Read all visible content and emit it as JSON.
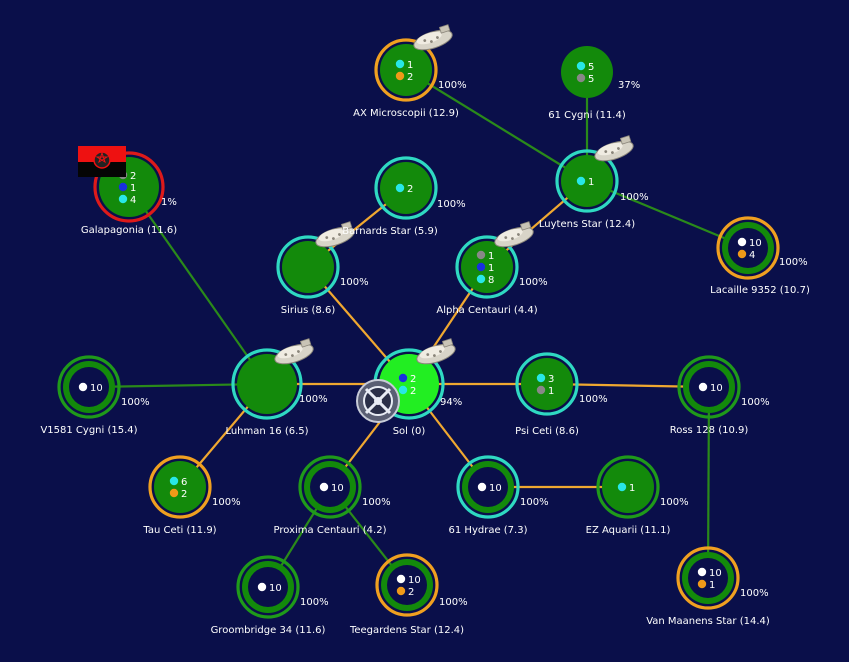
{
  "colors": {
    "background": "#0a0f4a",
    "lane_yellow": "#f0a830",
    "lane_green": "#2a8a1a",
    "planet_green": "#138a0b",
    "planet_bright": "#22ee22",
    "ring_cyan": "#2fd9c2",
    "ring_green": "#1f9a1a",
    "ring_orange": "#f0a020",
    "ring_red": "#dd1a1a",
    "dot_white": "#ffffff",
    "dot_cyan": "#28e7e7",
    "dot_orange": "#f09a18",
    "dot_gray": "#888888",
    "dot_blue": "#1830e0"
  },
  "systems": {
    "sol": {
      "label": "Sol  (0)",
      "percent": "94%",
      "counts": [
        "2",
        "2"
      ],
      "dots": [
        "blue",
        "cyan"
      ],
      "ring": "cyan",
      "fill": "bright",
      "ship": true,
      "station_icon": "space-station-icon"
    },
    "alpha_centauri": {
      "label": "Alpha Centauri  (4.4)",
      "percent": "100%",
      "counts": [
        "1",
        "1",
        "8"
      ],
      "dots": [
        "gray",
        "blue",
        "cyan"
      ],
      "ring": "cyan",
      "fill": "green",
      "ship": true
    },
    "sirius": {
      "label": "Sirius  (8.6)",
      "percent": "100%",
      "counts": [],
      "dots": [],
      "ring": "cyan",
      "fill": "green",
      "ship": true
    },
    "barnards_star": {
      "label": "Barnards Star  (5.9)",
      "percent": "100%",
      "counts": [
        "2"
      ],
      "dots": [
        "cyan"
      ],
      "ring": "cyan",
      "fill": "green",
      "ship": false
    },
    "luhman_16": {
      "label": "Luhman 16  (6.5)",
      "percent": "100%",
      "counts": [],
      "dots": [],
      "ring": "cyan",
      "fill": "green",
      "ship": true
    },
    "psi_ceti": {
      "label": "Psi Ceti  (8.6)",
      "percent": "100%",
      "counts": [
        "3",
        "1"
      ],
      "dots": [
        "cyan",
        "gray"
      ],
      "ring": "cyan",
      "fill": "green",
      "ship": false
    },
    "ross_128": {
      "label": "Ross 128  (10.9)",
      "percent": "100%",
      "counts": [
        "10"
      ],
      "dots": [
        "white"
      ],
      "ring": "green",
      "fill": "dark",
      "ship": false
    },
    "hydrae_61": {
      "label": "61 Hydrae  (7.3)",
      "percent": "100%",
      "counts": [
        "10"
      ],
      "dots": [
        "white"
      ],
      "ring": "cyan",
      "fill": "dark",
      "ship": false
    },
    "ez_aquarii": {
      "label": "EZ Aquarii  (11.1)",
      "percent": "100%",
      "counts": [
        "1"
      ],
      "dots": [
        "cyan"
      ],
      "ring": "green",
      "fill": "green",
      "ship": false
    },
    "proxima_centauri": {
      "label": "Proxima Centauri  (4.2)",
      "percent": "100%",
      "counts": [
        "10"
      ],
      "dots": [
        "white"
      ],
      "ring": "green",
      "fill": "dark",
      "ship": false
    },
    "tau_ceti": {
      "label": "Tau Ceti  (11.9)",
      "percent": "100%",
      "counts": [
        "6",
        "2"
      ],
      "dots": [
        "cyan",
        "orange"
      ],
      "ring": "orange",
      "fill": "green",
      "ship": false
    },
    "v1581_cygni": {
      "label": "V1581 Cygni  (15.4)",
      "percent": "100%",
      "counts": [
        "10"
      ],
      "dots": [
        "white"
      ],
      "ring": "green",
      "fill": "dark",
      "ship": false
    },
    "galapagonia": {
      "label": "Galapagonia  (11.6)",
      "percent": "1%",
      "counts": [
        "2",
        "1",
        "4"
      ],
      "dots": [
        "gray",
        "blue",
        "cyan"
      ],
      "ring": "red",
      "fill": "green",
      "ship": false,
      "flag": true
    },
    "groombridge_34": {
      "label": "Groombridge 34  (11.6)",
      "percent": "100%",
      "counts": [
        "10"
      ],
      "dots": [
        "white"
      ],
      "ring": "green",
      "fill": "dark",
      "ship": false
    },
    "teegardens_star": {
      "label": "Teegardens Star  (12.4)",
      "percent": "100%",
      "counts": [
        "10",
        "2"
      ],
      "dots": [
        "white",
        "orange"
      ],
      "ring": "orange",
      "fill": "dark",
      "ship": false
    },
    "van_maanens_star": {
      "label": "Van Maanens Star  (14.4)",
      "percent": "100%",
      "counts": [
        "10",
        "1"
      ],
      "dots": [
        "white",
        "orange"
      ],
      "ring": "orange",
      "fill": "dark",
      "ship": false
    },
    "luytens_star": {
      "label": "Luytens Star  (12.4)",
      "percent": "100%",
      "counts": [
        "1"
      ],
      "dots": [
        "cyan"
      ],
      "ring": "cyan",
      "fill": "green",
      "ship": true
    },
    "cygni_61": {
      "label": "61 Cygni  (11.4)",
      "percent": "37%",
      "counts": [
        "5",
        "5"
      ],
      "dots": [
        "cyan",
        "gray"
      ],
      "ring": "none",
      "fill": "green",
      "ship": false
    },
    "ax_microscopii": {
      "label": "AX Microscopii  (12.9)",
      "percent": "100%",
      "counts": [
        "1",
        "2"
      ],
      "dots": [
        "cyan",
        "orange"
      ],
      "ring": "orange",
      "fill": "green",
      "ship": true
    },
    "lacaille_9352": {
      "label": "Lacaille 9352  (10.7)",
      "percent": "100%",
      "counts": [
        "10",
        "4"
      ],
      "dots": [
        "white",
        "orange"
      ],
      "ring": "orange",
      "fill": "dark",
      "ship": false
    }
  },
  "lanes": [
    {
      "from": "sol",
      "to": "sirius",
      "type": "yellow"
    },
    {
      "from": "sol",
      "to": "alpha_centauri",
      "type": "yellow"
    },
    {
      "from": "sirius",
      "to": "barnards_star",
      "type": "yellow"
    },
    {
      "from": "sol",
      "to": "luhman_16",
      "type": "yellow"
    },
    {
      "from": "sol",
      "to": "psi_ceti",
      "type": "yellow"
    },
    {
      "from": "psi_ceti",
      "to": "ross_128",
      "type": "yellow"
    },
    {
      "from": "sol",
      "to": "hydrae_61",
      "type": "yellow"
    },
    {
      "from": "hydrae_61",
      "to": "ez_aquarii",
      "type": "yellow"
    },
    {
      "from": "sol",
      "to": "proxima_centauri",
      "type": "yellow"
    },
    {
      "from": "luhman_16",
      "to": "tau_ceti",
      "type": "yellow"
    },
    {
      "from": "alpha_centauri",
      "to": "luytens_star",
      "type": "yellow"
    },
    {
      "from": "luhman_16",
      "to": "v1581_cygni",
      "type": "green"
    },
    {
      "from": "luhman_16",
      "to": "galapagonia",
      "type": "green"
    },
    {
      "from": "proxima_centauri",
      "to": "groombridge_34",
      "type": "green"
    },
    {
      "from": "proxima_centauri",
      "to": "teegardens_star",
      "type": "green"
    },
    {
      "from": "ross_128",
      "to": "van_maanens_star",
      "type": "green"
    },
    {
      "from": "luytens_star",
      "to": "cygni_61",
      "type": "green"
    },
    {
      "from": "luytens_star",
      "to": "ax_microscopii",
      "type": "green"
    },
    {
      "from": "luytens_star",
      "to": "lacaille_9352",
      "type": "green"
    }
  ]
}
